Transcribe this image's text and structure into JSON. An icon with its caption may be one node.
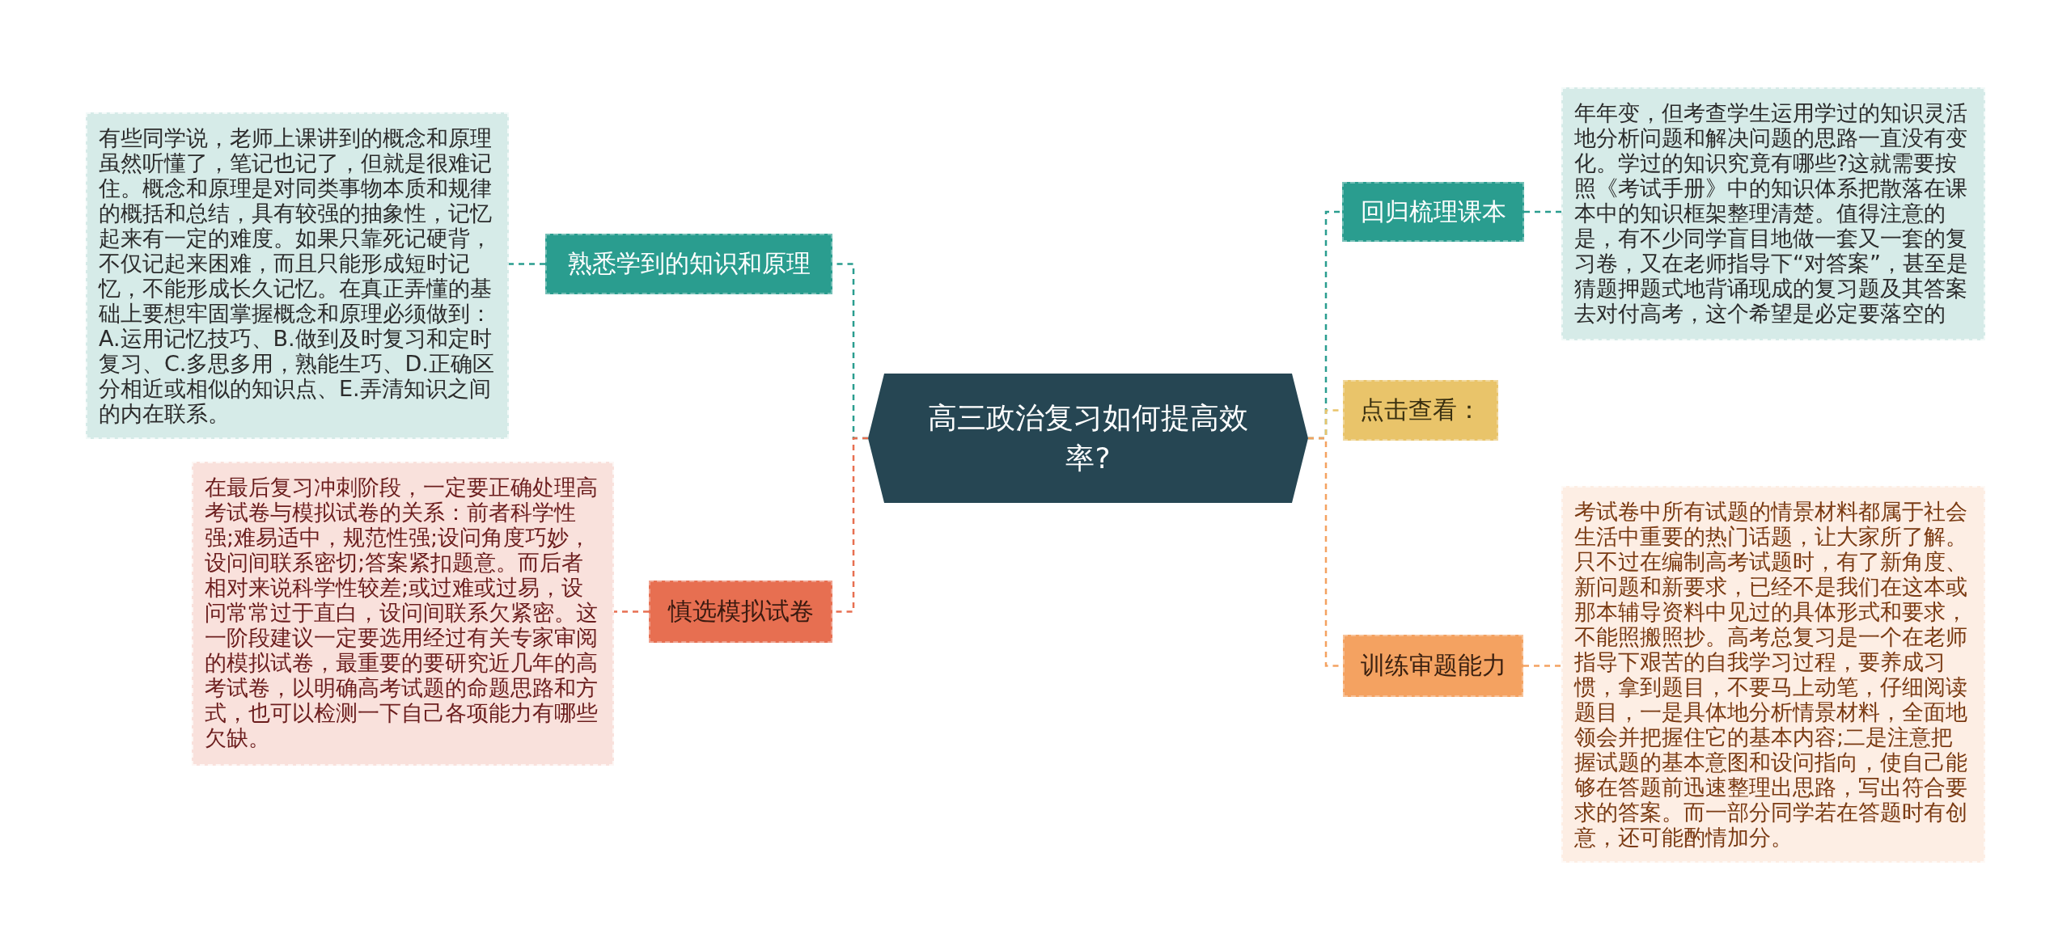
{
  "diagram": {
    "nodes": [
      {
        "text": [
          "高三政治复习如何提高效率?"
        ]
      },
      {
        "text": [
          "熟悉学到的知识和原理"
        ]
      },
      {
        "text": [
          "有些同学说，老师上课讲到的概念和原理虽然听懂了，笔记也记了，但就是很难记住。概念和原理是对同类事物本质和规律的概括和总结，具有较强的抽象性，记忆起来有一定的难度。如果只靠死记硬背，不仅记起来困难，而且只能形成短时记忆，不能形成长久记忆。在真正弄懂的基础上要想牢固掌握概念和原理必须做到：A.运用记忆技巧、B.做到及时复习和定时复习、C.多思多用，熟能生巧、D.正确区分相近或相似的知识点、E.弄清知识之间的内在联系。"
        ]
      },
      {
        "text": [
          "慎选模拟试卷"
        ]
      },
      {
        "text": [
          "在最后复习冲刺阶段，一定要正确处理高考试卷与模拟试卷的关系：前者科学性强;难易适中，规范性强;设问角度巧妙，设问间联系密切;答案紧扣题意。而后者相对来说科学性较差;或过难或过易，设问常常过于直白，设问间联系欠紧密。这一阶段建议一定要选用经过有关专家审阅的模拟试卷，最重要的要研究近几年的高考试卷，以明确高考试题的命题思路和方式，也可以检测一下自己各项能力有哪些欠缺。"
        ]
      },
      {
        "text": [
          "回归梳理课本"
        ]
      },
      {
        "text": [
          "年年变，但考查学生运用学过的知识灵活地分析问题和解决问题的思路一直没有变化。学过的知识究竟有哪些?这就需要按照《考试手册》中的知识体系把散落在课本中的知识框架整理清楚。值得注意的是，有不少同学盲目地做一套又一套的复习卷，又在老师指导下“对答案”，甚至是猜题押题式地背诵现成的复习题及其答案去对付高考，这个希望是必定要落空的"
        ]
      },
      {
        "text": [
          "点击查看："
        ]
      },
      {
        "text": [
          "训练审题能力"
        ]
      },
      {
        "text": [
          "考试卷中所有试题的情景材料都属于社会生活中重要的热门话题，让大家所了解。只不过在编制高考试题时，有了新角度、新问题和新要求，已经不是我们在这本或那本辅导资料中见过的具体形式和要求，不能照搬照抄。高考总复习是一个在老师指导下艰苦的自我学习过程，要养成习惯，拿到题目，不要马上动笔，仔细阅读题目，一是具体地分析情景材料，全面地领会并把握住它的基本内容;二是注意把握试题的基本意图和设问指向，使自己能够在答题前迅速整理出思路，写出符合要求的答案。而一部分同学若在答题时有创意，还可能酌情加分。"
        ]
      }
    ],
    "edges": [
      {
        "from": 0,
        "to": 1,
        "arrow": "none",
        "style": "dashed",
        "color": "#2a9d8f"
      },
      {
        "from": 0,
        "to": 3,
        "arrow": "none",
        "style": "dashed",
        "color": "#e76f51"
      },
      {
        "from": 0,
        "to": 5,
        "arrow": "none",
        "style": "dashed",
        "color": "#2a9d8f"
      },
      {
        "from": 0,
        "to": 7,
        "arrow": "none",
        "style": "dashed",
        "color": "#e9c46a"
      },
      {
        "from": 0,
        "to": 8,
        "arrow": "none",
        "style": "dashed",
        "color": "#f4a261"
      },
      {
        "from": 1,
        "to": 2,
        "arrow": "none",
        "style": "dashed",
        "color": "#2a9d8f"
      },
      {
        "from": 3,
        "to": 4,
        "arrow": "none",
        "style": "dashed",
        "color": "#e76f51"
      },
      {
        "from": 5,
        "to": 6,
        "arrow": "none",
        "style": "dashed",
        "color": "#2a9d8f"
      },
      {
        "from": 8,
        "to": 9,
        "arrow": "none",
        "style": "dashed",
        "color": "#f4a261"
      }
    ]
  }
}
